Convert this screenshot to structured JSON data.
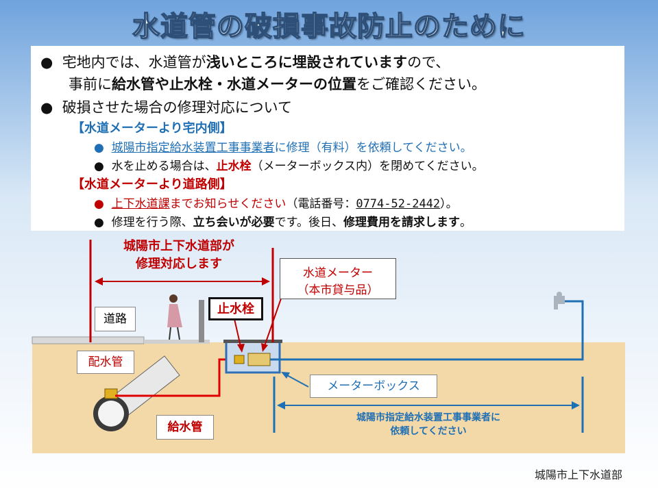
{
  "title": "水道管の破損事故防止のために",
  "bullets": {
    "b1_line1_a": "宅地内では、水道管が",
    "b1_line1_b": "浅いところに埋設されています",
    "b1_line1_c": "ので、",
    "b1_line2_a": "事前に",
    "b1_line2_b": "給水管や止水栓・水道メーターの位置",
    "b1_line2_c": "をご確認ください。",
    "b2": "破損させた場合の修理対応について",
    "h1": "【水道メーターより宅内側】",
    "s1_a": "城陽市指定給水装置工事事業者",
    "s1_b": "に修理（有料）を依頼してください。",
    "s2_a": "水を止める場合は、",
    "s2_b": "止水栓",
    "s2_c": "（メーターボックス内）を閉めてください。",
    "h2": "【水道メーターより道路側】",
    "s3_a": "上下水道課",
    "s3_b": "までお知らせください",
    "s3_c": "（電話番号：",
    "s3_tel": "0774-52-2442",
    "s3_d": "）。",
    "s4_a": "修理を行う際、",
    "s4_b": "立ち会いが必要",
    "s4_c": "です。後日、",
    "s4_d": "修理費用を請求します",
    "s4_e": "。"
  },
  "diagram": {
    "city_repair_line1": "城陽市上下水道部が",
    "city_repair_line2": "修理対応します",
    "meter_line1": "水道メーター",
    "meter_line2": "（本市貸与品）",
    "stopcock": "止水栓",
    "road": "道路",
    "main_pipe": "配水管",
    "service_pipe": "給水管",
    "meter_box": "メーターボックス",
    "contractor_line1": "城陽市指定給水装置工事事業者に",
    "contractor_line2": "依頼してください"
  },
  "credit": "城陽市上下水道部",
  "colors": {
    "red": "#c00000",
    "blue": "#1f6fb5",
    "soil": "#f3d8a8"
  }
}
